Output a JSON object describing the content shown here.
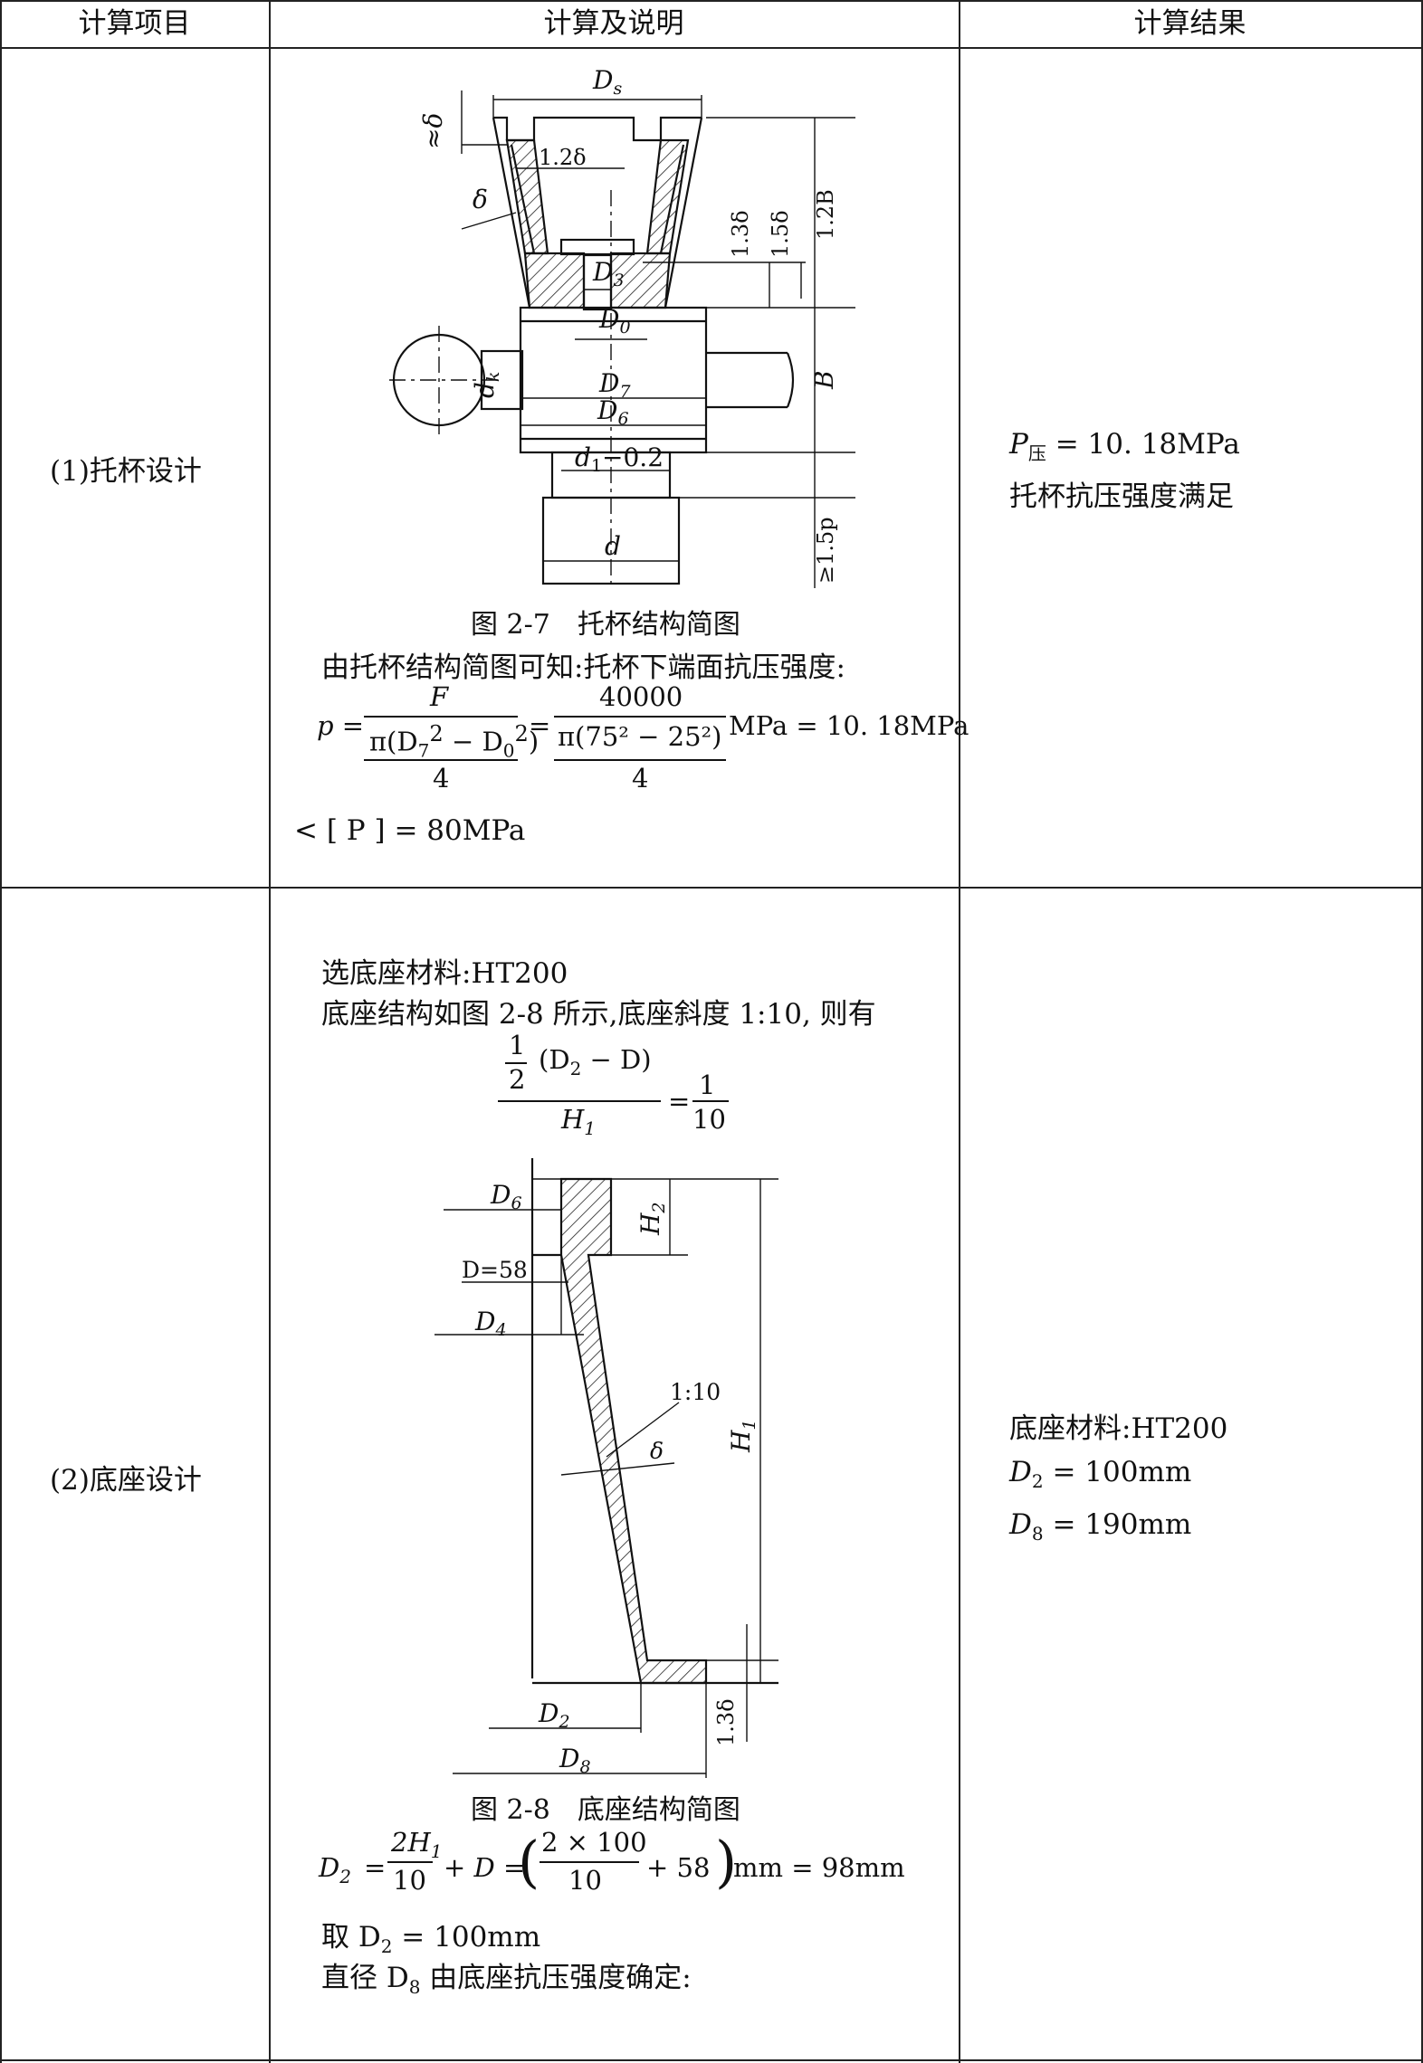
{
  "header": {
    "col1": "计算项目",
    "col2": "计算及说明",
    "col3": "计算结果"
  },
  "row1": {
    "item": "(1)托杯设计",
    "figure": {
      "caption": "图 2-7　托杯结构简图",
      "labels": {
        "ds": "D",
        "ds_sub": "s",
        "approx_delta": "≈δ",
        "d12": "1.2δ",
        "delta": "δ",
        "d13": "1.3δ",
        "d15": "1.5δ",
        "b12": "1.2B",
        "d3": "D",
        "d3_sub": "3",
        "d0": "D",
        "d0_sub": "0",
        "dk": "d",
        "dk_sub": "k",
        "d7": "D",
        "d7_sub": "7",
        "b": "B",
        "d6": "D",
        "d6_sub": "6",
        "d1": "d",
        "d1_sub": "1",
        "d1_tail": "−0.2",
        "d": "d",
        "ge15p": "≥1.5p"
      }
    },
    "text1": "由托杯结构简图可知:托杯下端面抗压强度:",
    "formula": {
      "lhs": "p =",
      "num1": "F",
      "den1": "π(D",
      "den1_a": "7",
      "den1_b": "2",
      "den1_c": " − D",
      "den1_d": "0",
      "den1_e": "2",
      "den1_f": ")",
      "four1": "4",
      "eq": "=",
      "num2": "40000",
      "den2": "π(75² − 25²)",
      "four2": "4",
      "tail": "MPa = 10. 18MPa"
    },
    "text2": "< [ P ] = 80MPa",
    "result_line1_main": "P",
    "result_line1_sub": "压",
    "result_line1_tail": " = 10. 18MPa",
    "result_line2": "托杯抗压强度满足"
  },
  "row2": {
    "item": "(2)底座设计",
    "text1": "选底座材料:HT200",
    "text2": "底座结构如图 2-8 所示,底座斜度 1:10, 则有",
    "eq": {
      "half_num": "1",
      "half_den": "2",
      "paren": "(D",
      "paren_sub": "2",
      "paren_tail": " − D)",
      "den": "H",
      "den_sub": "1",
      "eq": "=",
      "rnum": "1",
      "rden": "10"
    },
    "figure": {
      "caption": "图 2-8　底座结构简图",
      "labels": {
        "d6": "D",
        "d6_sub": "6",
        "h2": "H",
        "h2_sub": "2",
        "d58": "D=58",
        "d4": "D",
        "d4_sub": "4",
        "slope": "1:10",
        "delta": "δ",
        "h1": "H",
        "h1_sub": "1",
        "d2": "D",
        "d2_sub": "2",
        "d13": "1.3δ",
        "d8": "D",
        "d8_sub": "8"
      }
    },
    "formula": {
      "lhs": "D",
      "lhs_sub": "2",
      "eq1": "=",
      "frac_num": "2H",
      "frac_num_sub": "1",
      "frac_den": "10",
      "plus": "+ D =",
      "inner_num": "2 × 100",
      "inner_den": "10",
      "inner_tail": "+ 58",
      "tail": "mm = 98mm"
    },
    "text3_a": "取 D",
    "text3_sub": "2",
    "text3_b": " = 100mm",
    "text4_a": "直径 D",
    "text4_sub": "8",
    "text4_b": " 由底座抗压强度确定:",
    "result_line1": "底座材料:HT200",
    "result_line2_main": "D",
    "result_line2_sub": "2",
    "result_line2_tail": " = 100mm",
    "result_line3_main": "D",
    "result_line3_sub": "8",
    "result_line3_tail": " = 190mm"
  }
}
